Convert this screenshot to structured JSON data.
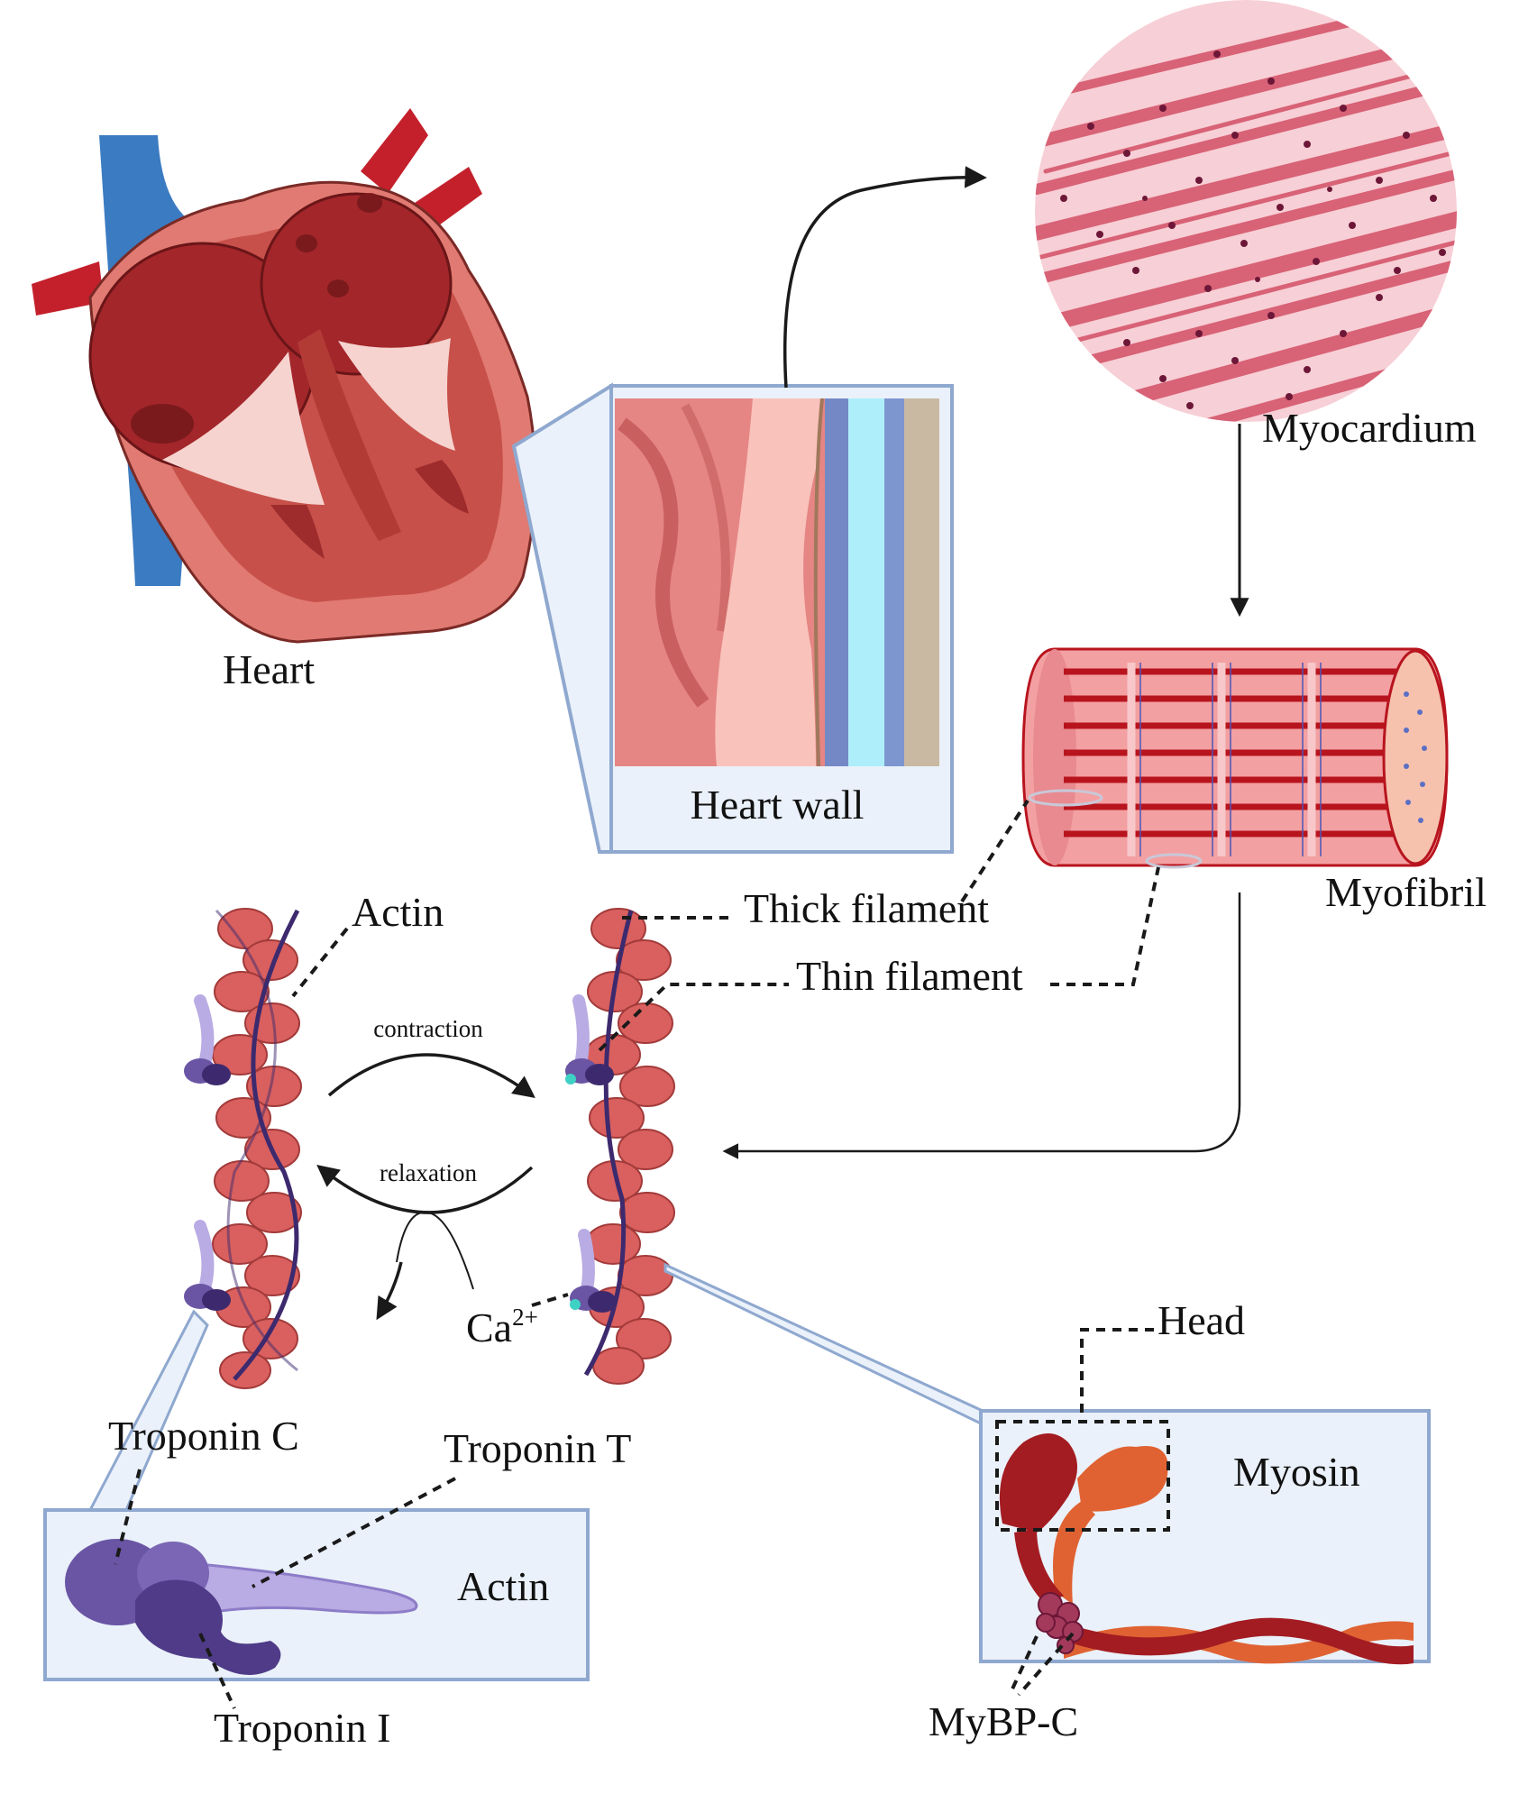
{
  "labels": {
    "heart": "Heart",
    "heart_wall": "Heart wall",
    "myocardium": "Myocardium",
    "myofibril": "Myofibril",
    "thick_filament": "Thick filament",
    "thin_filament": "Thin filament",
    "actin_top": "Actin",
    "contraction": "contraction",
    "relaxation": "relaxation",
    "ca_base": "Ca",
    "ca_sup": "2+",
    "troponin_c": "Troponin C",
    "troponin_t": "Troponin T",
    "troponin_i": "Troponin I",
    "actin_box": "Actin",
    "head": "Head",
    "myosin": "Myosin",
    "mybpc": "MyBP-C"
  },
  "colors": {
    "heart_outer": "#e07a72",
    "heart_inner": "#a3262a",
    "vessel_blue": "#3b7bc1",
    "vessel_red": "#c4202c",
    "inset_border": "#8fa8cf",
    "inset_fill": "#eaf1fa",
    "myocardium_pink": "#f2b9c4",
    "myocardium_fiber": "#d86276",
    "nucleus": "#6d1738",
    "myofibril_red": "#b8141e",
    "actin_bead": "#d9605e",
    "tropomyosin": "#3d2a6e",
    "troponin_purple": "#6a55a4",
    "troponin_light": "#b9abe3",
    "myosin_dark": "#a31c22",
    "myosin_orange": "#e06232",
    "mybpc": "#a33a5b"
  }
}
